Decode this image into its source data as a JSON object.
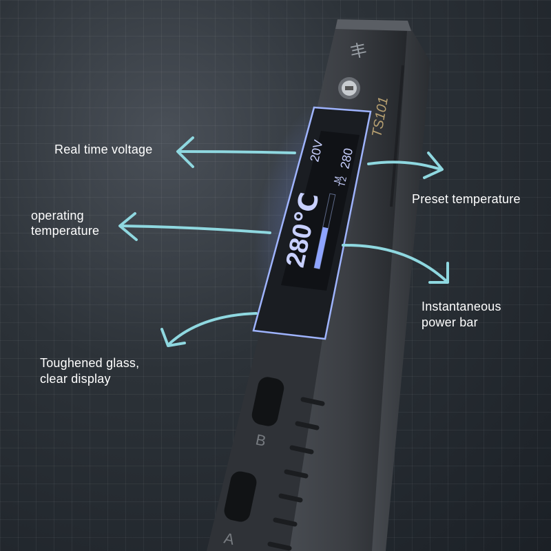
{
  "labels": {
    "realtime_voltage": "Real time voltage",
    "operating_temp_line1": "operating",
    "operating_temp_line2": "temperature",
    "preset_temperature": "Preset temperature",
    "power_bar_line1": "Instantaneous",
    "power_bar_line2": "power bar",
    "glass_line1": "Toughened glass,",
    "glass_line2": "clear display"
  },
  "device": {
    "model": "TS101",
    "logo": "丰",
    "button_b": "B",
    "button_a": "A"
  },
  "display": {
    "voltage": "20V",
    "mode": "M",
    "tip": "T2",
    "preset": "280",
    "temperature": "280℃",
    "power_level": 0.55
  },
  "colors": {
    "accent": "#8fd8e0",
    "screen_glow": "#6f8cff",
    "body": "#3a3d42"
  },
  "icons": [
    "arrow-icon",
    "screw-icon"
  ]
}
